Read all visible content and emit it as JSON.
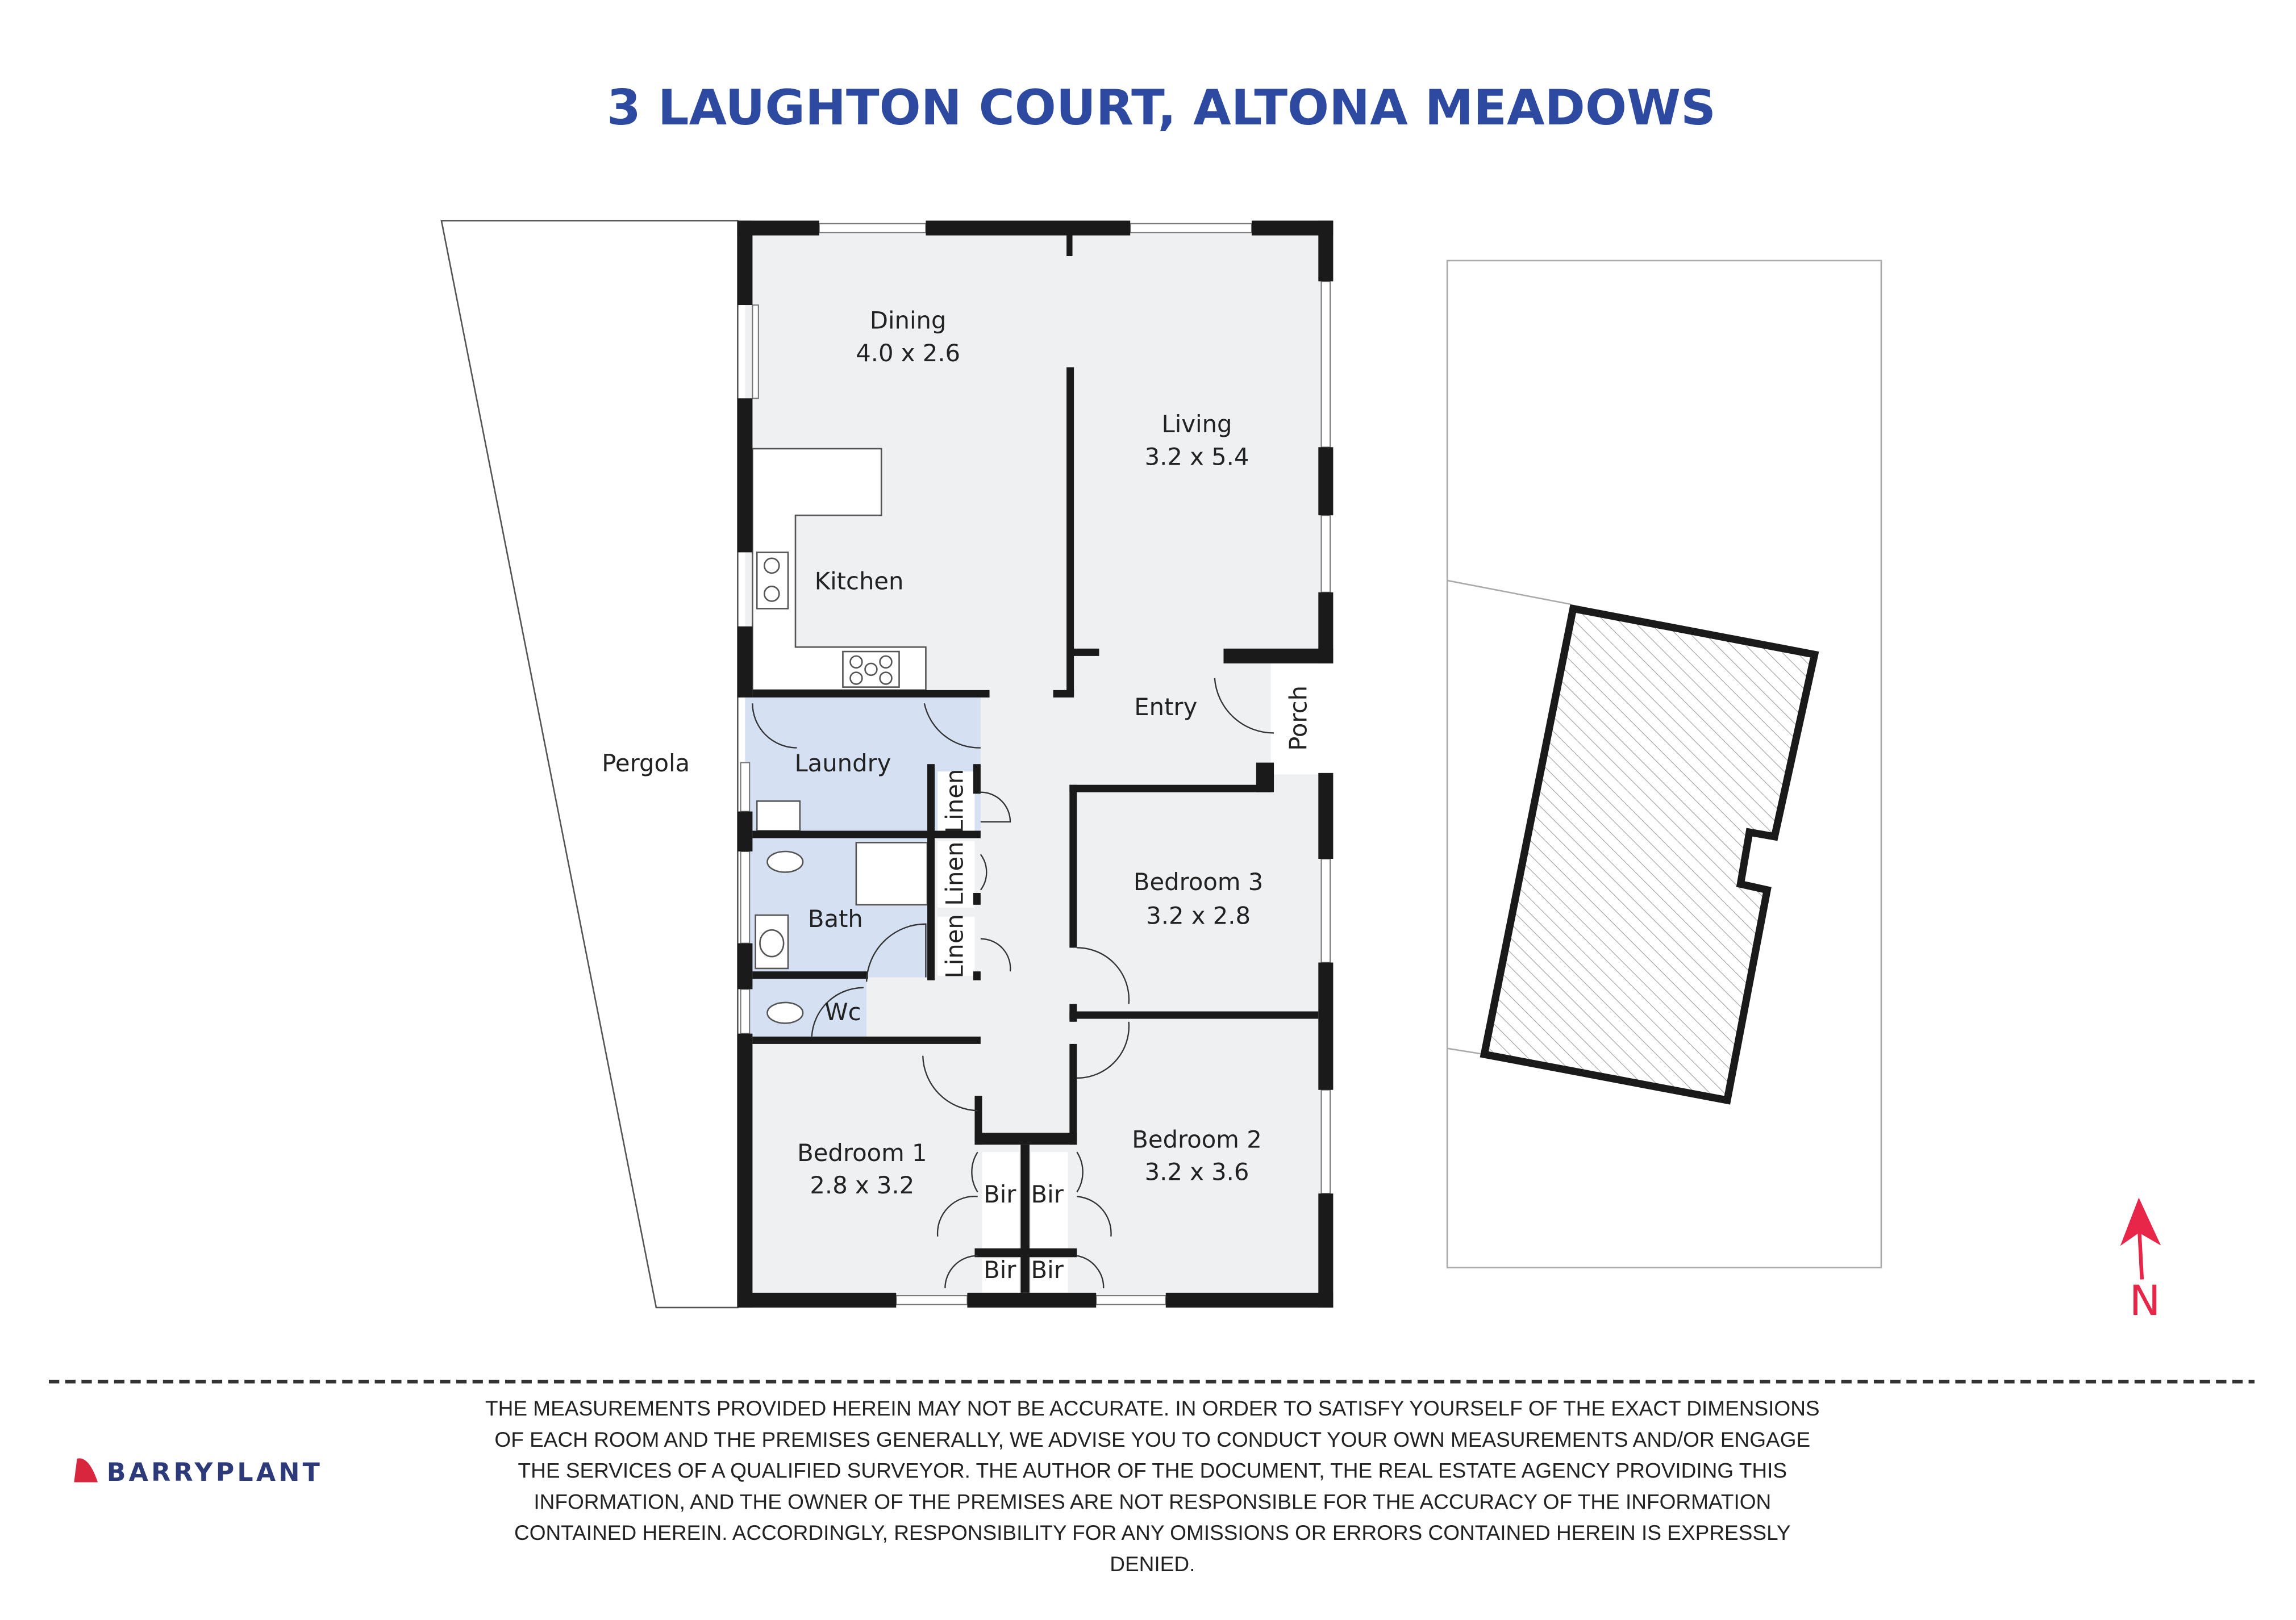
{
  "title": "3 LAUGHTON COURT, ALTONA MEADOWS",
  "rooms": {
    "dining": {
      "name": "Dining",
      "dims": "4.0 x 2.6"
    },
    "living": {
      "name": "Living",
      "dims": "3.2 x 5.4"
    },
    "kitchen": {
      "name": "Kitchen"
    },
    "entry": {
      "name": "Entry"
    },
    "porch": {
      "name": "Porch"
    },
    "laundry": {
      "name": "Laundry"
    },
    "pergola": {
      "name": "Pergola"
    },
    "bath": {
      "name": "Bath"
    },
    "wc": {
      "name": "Wc"
    },
    "linen": [
      "Linen",
      "Linen",
      "Linen"
    ],
    "bedroom3": {
      "name": "Bedroom 3",
      "dims": "3.2 x 2.8"
    },
    "bedroom2": {
      "name": "Bedroom 2",
      "dims": "3.2 x 3.6"
    },
    "bedroom1": {
      "name": "Bedroom 1",
      "dims": "2.8 x 3.2"
    },
    "bir": [
      "Bir",
      "Bir",
      "Bir",
      "Bir"
    ]
  },
  "north_label": "N",
  "disclaimer": [
    "THE MEASUREMENTS PROVIDED HEREIN MAY NOT BE ACCURATE. IN ORDER TO SATISFY YOURSELF OF THE EXACT DIMENSIONS",
    "OF EACH ROOM AND THE PREMISES GENERALLY, WE ADVISE YOU TO CONDUCT YOUR OWN MEASUREMENTS AND/OR ENGAGE",
    "THE SERVICES OF A QUALIFIED SURVEYOR. THE AUTHOR OF THE DOCUMENT, THE REAL ESTATE AGENCY PROVIDING THIS",
    "INFORMATION, AND THE OWNER OF THE PREMISES ARE NOT RESPONSIBLE FOR THE ACCURACY OF THE INFORMATION",
    "CONTAINED HEREIN. ACCORDINGLY, RESPONSIBILITY FOR ANY OMISSIONS OR ERRORS CONTAINED HEREIN IS EXPRESSLY",
    "DENIED."
  ],
  "logo": {
    "text": "BARRYPLANT",
    "color": "#d9263f"
  },
  "colors": {
    "title": "#2d4aa0",
    "wet_area": "#d5e0f2",
    "room": "#eff0f2",
    "wall": "#1a1a1a",
    "north_arrow": "#e8264a"
  }
}
